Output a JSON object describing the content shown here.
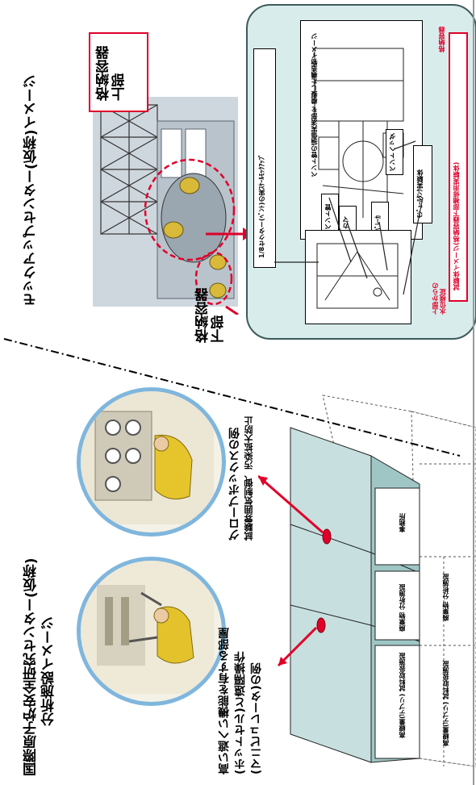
{
  "left_panel": {
    "title_line1": "国際原子炉安全研究センター(仮称)",
    "title_line2": "分析施設イメージ",
    "hotcell_callout_line1": "高い遮へい機能を有する部屋",
    "hotcell_callout_line2": "(ホットセル)と遠隔操作",
    "hotcell_callout_line3": "(マニピュレータ)の例",
    "glovebox_callout_line1": "グローブボックスの例",
    "glovebox_callout_line2": "試験雰囲気制御、汚染拡大防止",
    "building_labels": {
      "front_a": "高線量(デブリ)\n試料取扱施設",
      "front_b": "廃棄物\n分析施設",
      "front_c": "事務所",
      "ghost_a": "高線量(デブリ)\n試料取扱施設",
      "ghost_b": "廃棄物\n分析施設"
    }
  },
  "right_panel": {
    "title": "モックアップセンター(仮称)イメージ",
    "upper_vessel_label": "格納容器\n上部",
    "lower_vessel_label": "格納容器\n下部",
    "inset_labels": {
      "scale_label": "1/8セクター(ﾍﾞﾝﾄ)の実ｽｹｰﾙﾓｯｸｱｯﾌﾟ",
      "bent_label": "ベント管の損傷実演部を\n模擬した構造物イメージ",
      "bent_pipe": "ベント管",
      "downcomer": "ダウンカマ",
      "vacuum_breaker": "真空ﾊﾞﾚｰｶ",
      "vent_header": "ベントヘッダ",
      "jet_deflector": "ﾓｼﾞｭｰﾙﾀﾝｸ実験体",
      "top_mark": "格納容器",
      "right_caption": "試験体イメージ(格納容器下部補修用実験体)",
      "bottom_caption": "上部からの\n水位検証"
    }
  },
  "colors": {
    "accent_red": "#e0002a",
    "cyan_panel": "#d9ecec",
    "circle_ring": "#7fb6dd",
    "building_face": "#9fc6c4",
    "building_top": "#c7e0df",
    "building_dark": "#5f9190"
  }
}
